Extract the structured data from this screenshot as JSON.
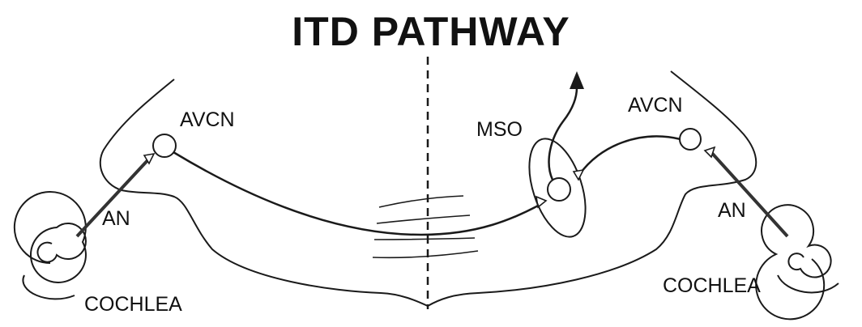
{
  "title": "ITD PATHWAY",
  "labels": {
    "avcn_left": "AVCN",
    "avcn_right": "AVCN",
    "mso": "MSO",
    "an_left": "AN",
    "an_right": "AN",
    "cochlea_left": "COCHLEA",
    "cochlea_right": "COCHLEA"
  }
}
